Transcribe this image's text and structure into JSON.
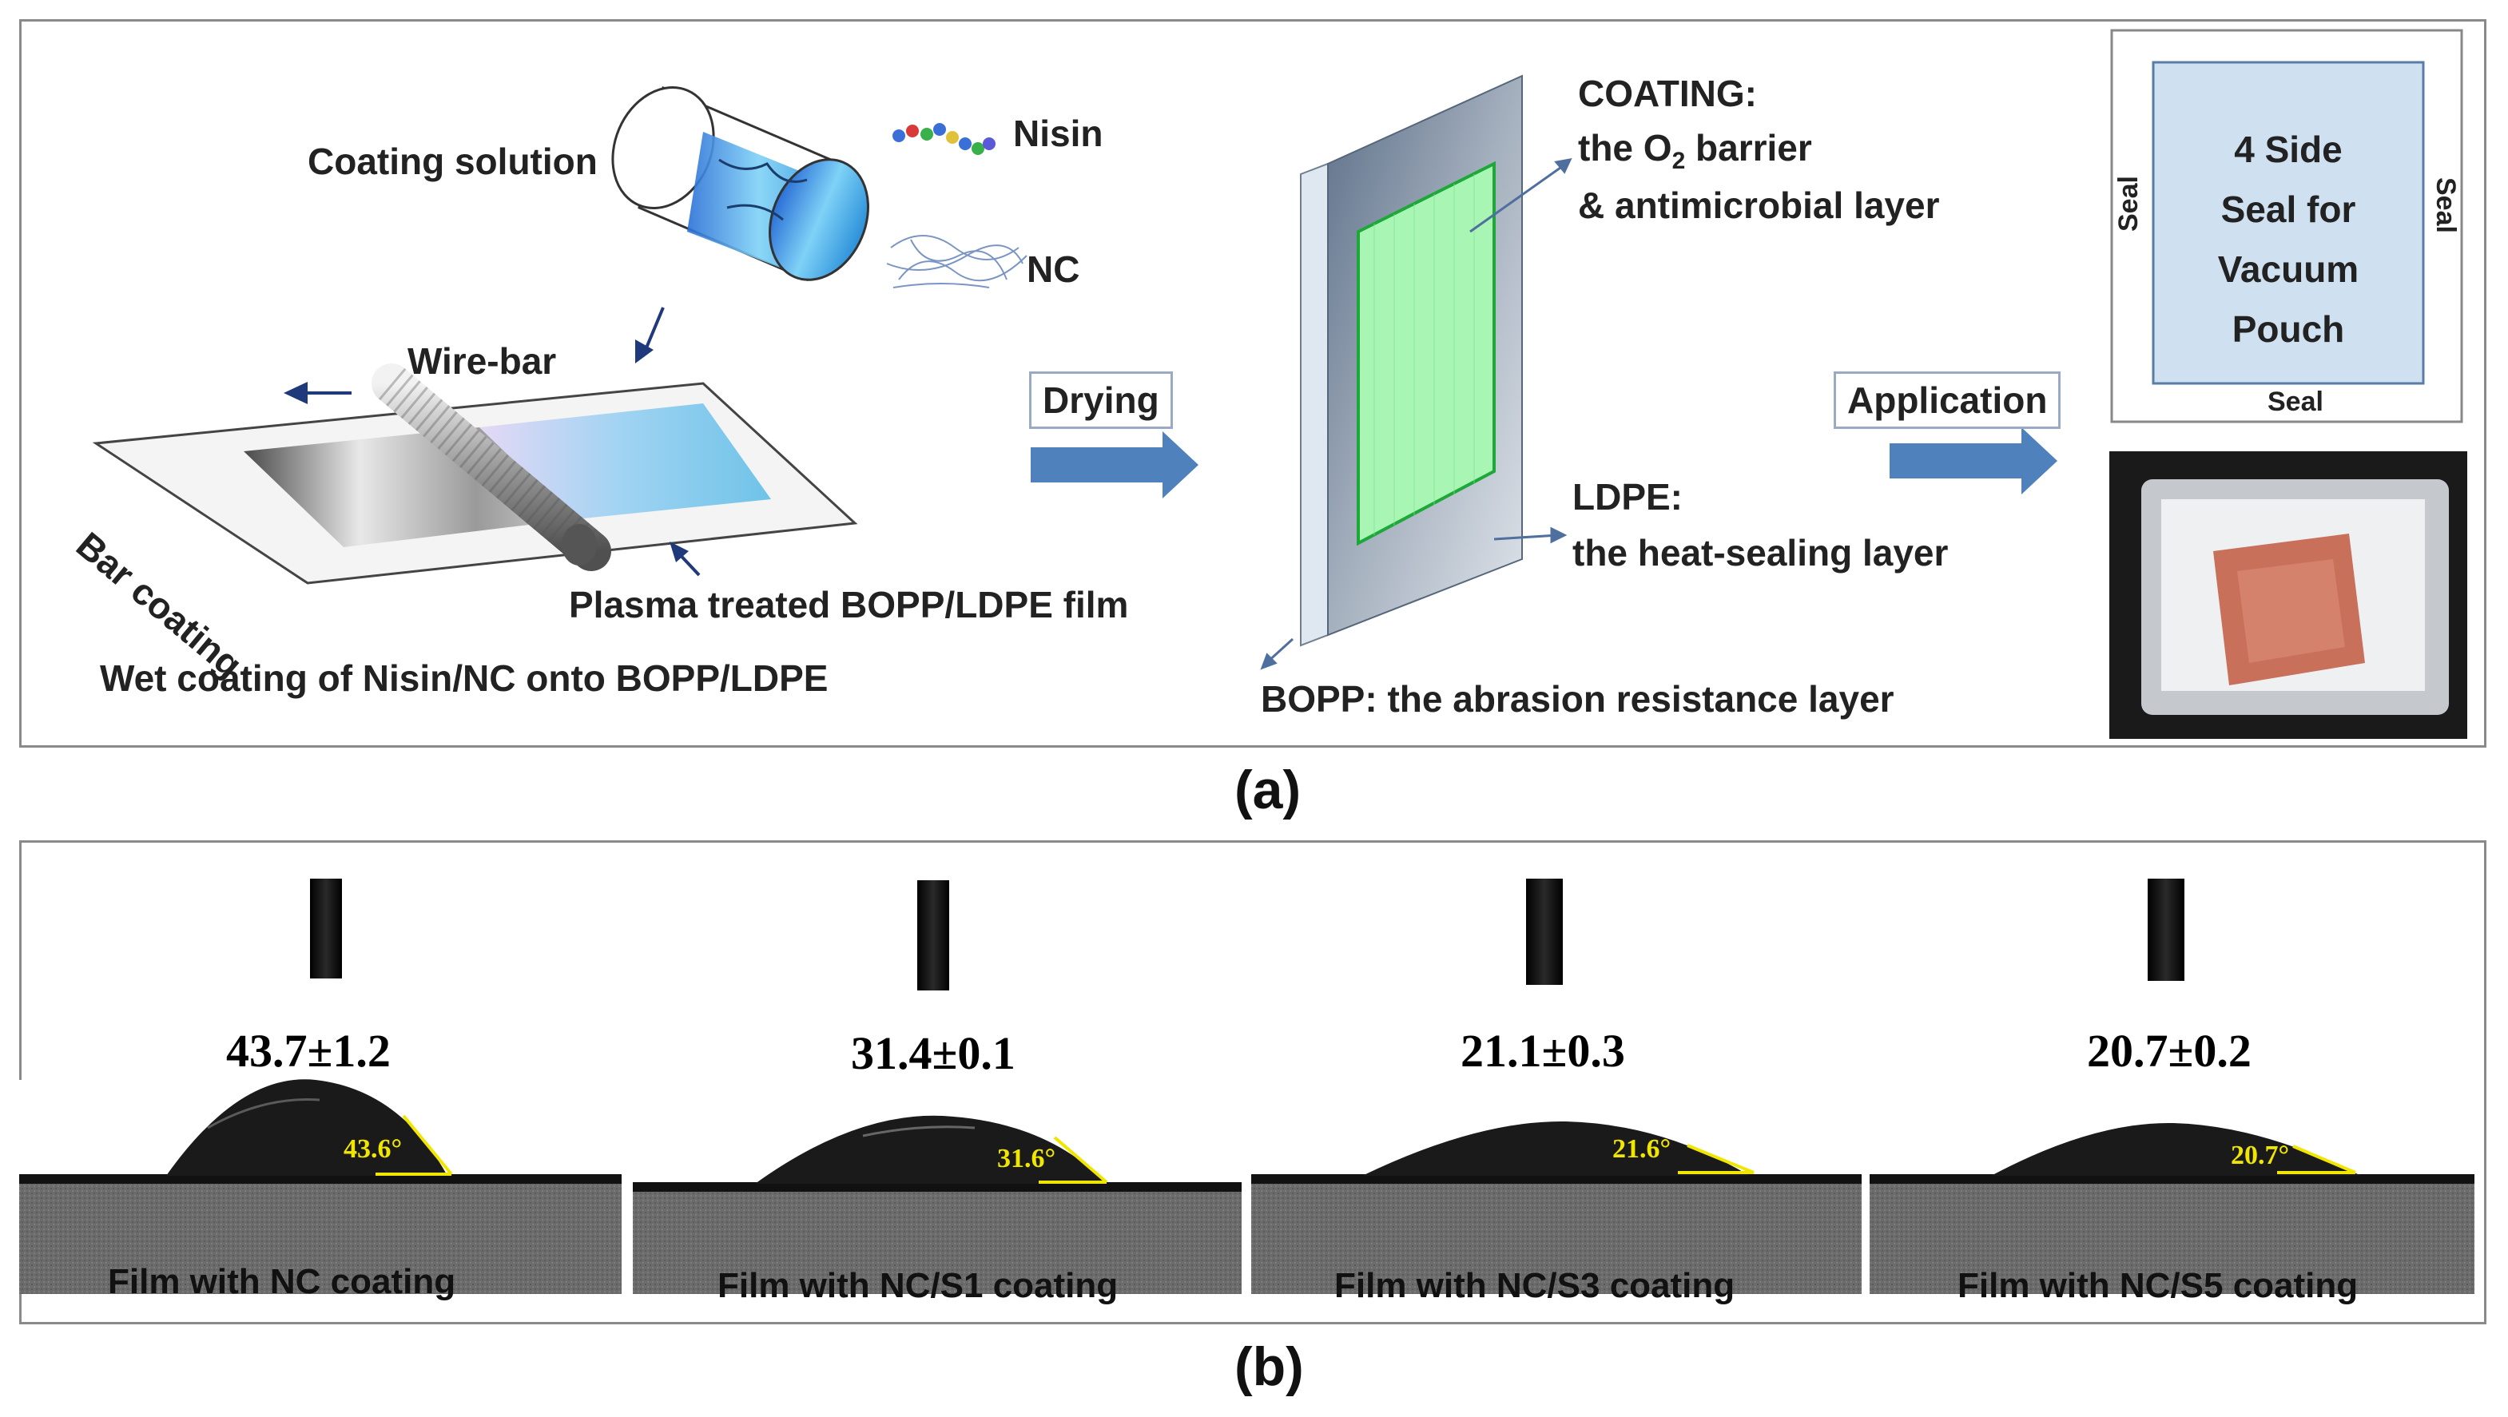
{
  "panel_a": {
    "caption": "(a)",
    "coating_solution": "Coating solution",
    "nisin": "Nisin",
    "nc": "NC",
    "wire_bar": "Wire-bar",
    "bar_coating": "Bar coating",
    "plasma_film": "Plasma treated BOPP/LDPE  film",
    "wet_coating": "Wet coating of Nisin/NC onto BOPP/LDPE",
    "drying": "Drying",
    "coating_title": "COATING:",
    "coating_line_pre": "the O",
    "coating_line_sub": "2",
    "coating_line_post": " barrier",
    "coating_line2": "& antimicrobial layer",
    "ldpe_title": "LDPE:",
    "ldpe_line": "the heat-sealing layer",
    "bopp_line": "BOPP: the  abrasion resistance layer",
    "application": "Application",
    "pouch_line1": "4 Side",
    "pouch_line2": "Seal for",
    "pouch_line3": "Vacuum",
    "pouch_line4": "Pouch",
    "seal": "Seal"
  },
  "panel_b": {
    "caption": "(b)",
    "films": [
      {
        "value": "43.7±1.2",
        "angle": "43.6°",
        "label": "Film with NC coating"
      },
      {
        "value": "31.4±0.1",
        "angle": "31.6°",
        "label": "Film with NC/S1 coating"
      },
      {
        "value": "21.1±0.3",
        "angle": "21.6°",
        "label": "Film with NC/S3 coating"
      },
      {
        "value": "20.7±0.2",
        "angle": "20.7°",
        "label": "Film with NC/S5 coating"
      }
    ]
  },
  "colors": {
    "arrow": "#4f81bd",
    "coating_green": "#a8f5b4",
    "film_blue": "#cfe0f0",
    "angle_yellow": "#f1e600"
  }
}
